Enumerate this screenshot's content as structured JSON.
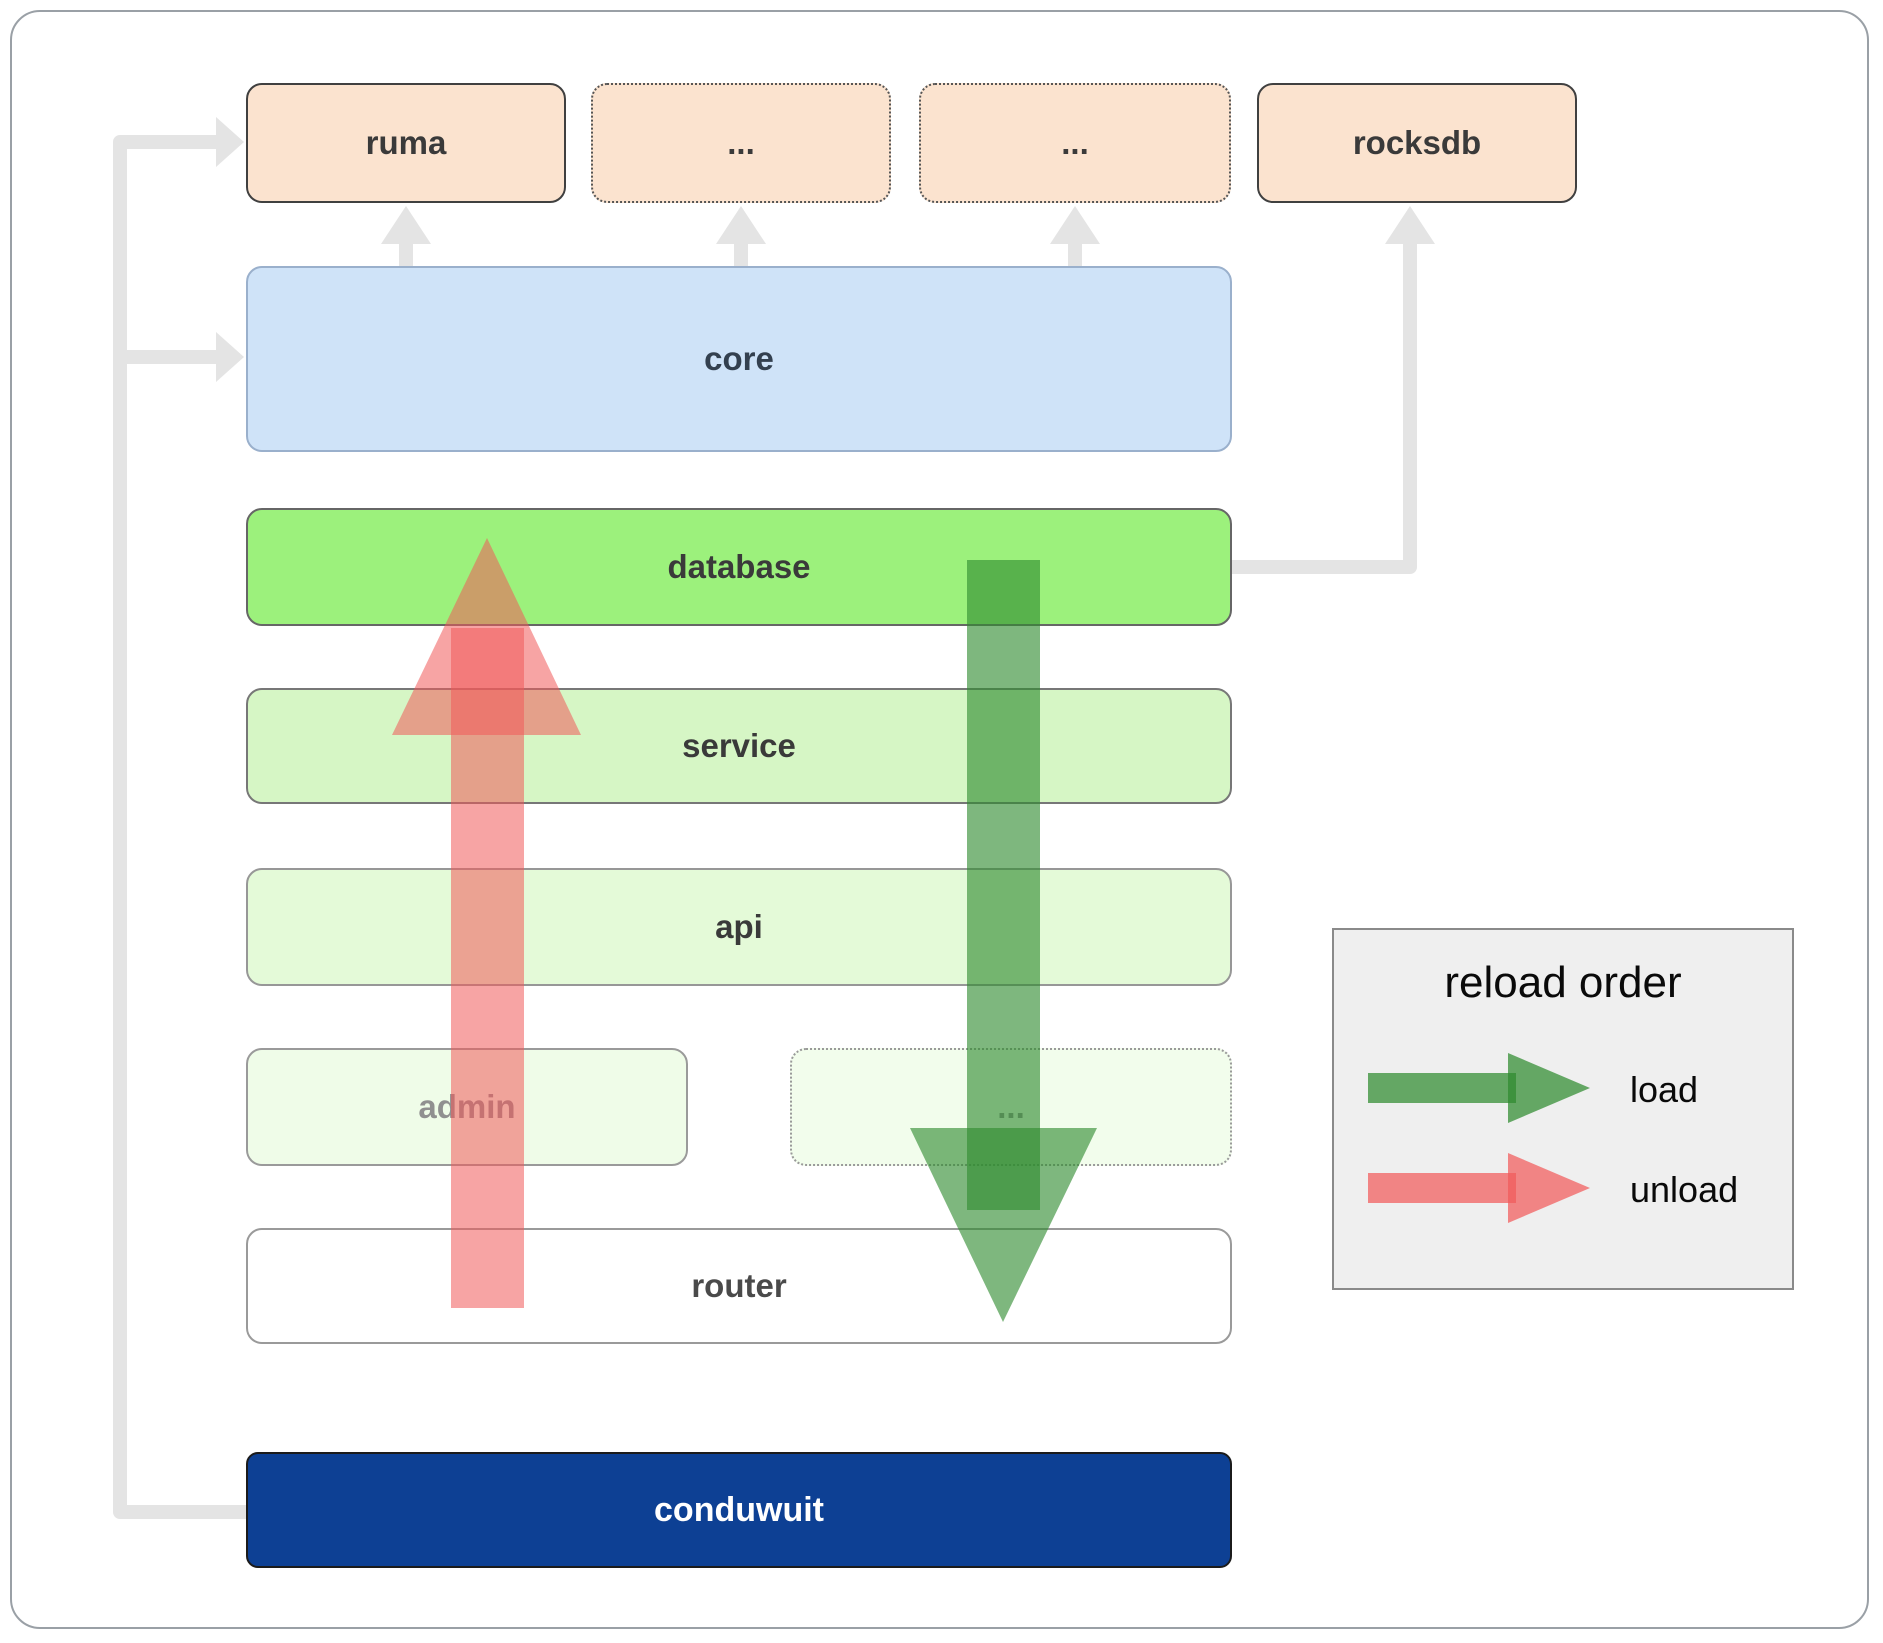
{
  "nodes": {
    "ruma": "ruma",
    "dep2": "...",
    "dep3": "...",
    "rocksdb": "rocksdb",
    "core": "core",
    "database": "database",
    "service": "service",
    "api": "api",
    "admin": "admin",
    "service_more": "...",
    "router": "router",
    "conduwuit": "conduwuit"
  },
  "legend": {
    "title": "reload order",
    "items": [
      {
        "label": "load",
        "color": "#2e8b2e",
        "icon": "arrow-right-green"
      },
      {
        "label": "unload",
        "color": "#f15a5a",
        "icon": "arrow-right-red"
      }
    ]
  },
  "colors": {
    "dependency_fill": "#fbe3cf",
    "core_fill": "#cfe3f8",
    "database_fill": "#9cf17c",
    "service_fill": "#d6f6c5",
    "api_fill": "#e4fad8",
    "admin_fill": "#effce8",
    "router_fill": "#ffffff",
    "conduwuit_fill": "#0d4094",
    "load_arrow": "#2e8b2e",
    "unload_arrow": "#f15a5a",
    "connector_gray": "#e4e4e4"
  }
}
